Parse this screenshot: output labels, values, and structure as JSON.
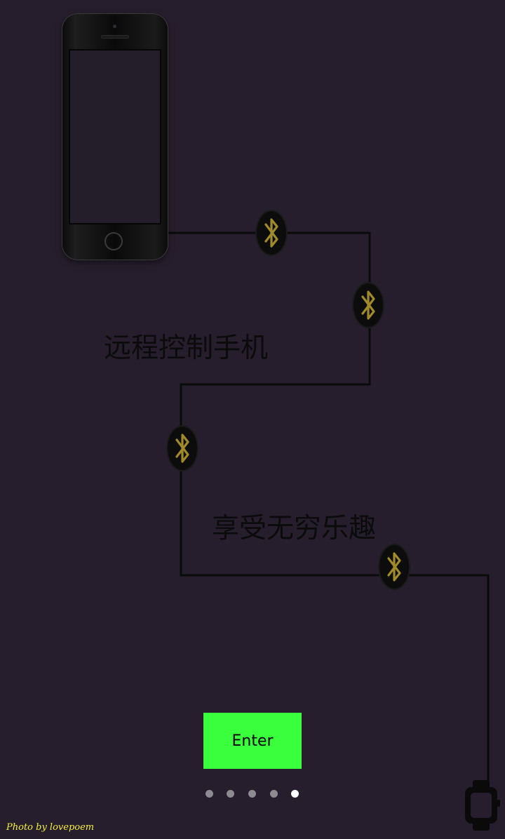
{
  "captions": {
    "remote_control": "远程控制手机",
    "endless_fun": "享受无穷乐趣"
  },
  "enter_button": {
    "label": "Enter"
  },
  "pagination": {
    "page_count": 5,
    "current_page": 5
  },
  "photo_credit": "Photo by lovepoem",
  "colors": {
    "background": "#261e2c",
    "enter_button": "#39ff3c",
    "bluetooth_icon": "#a08a2a",
    "credit_text": "#f4ee3a",
    "dot_active": "#ffffff",
    "dot_inactive": "#8e8a92"
  },
  "icons": {
    "phone": "smartphone-icon",
    "bluetooth": "bluetooth-icon",
    "watch": "smartwatch-icon"
  }
}
